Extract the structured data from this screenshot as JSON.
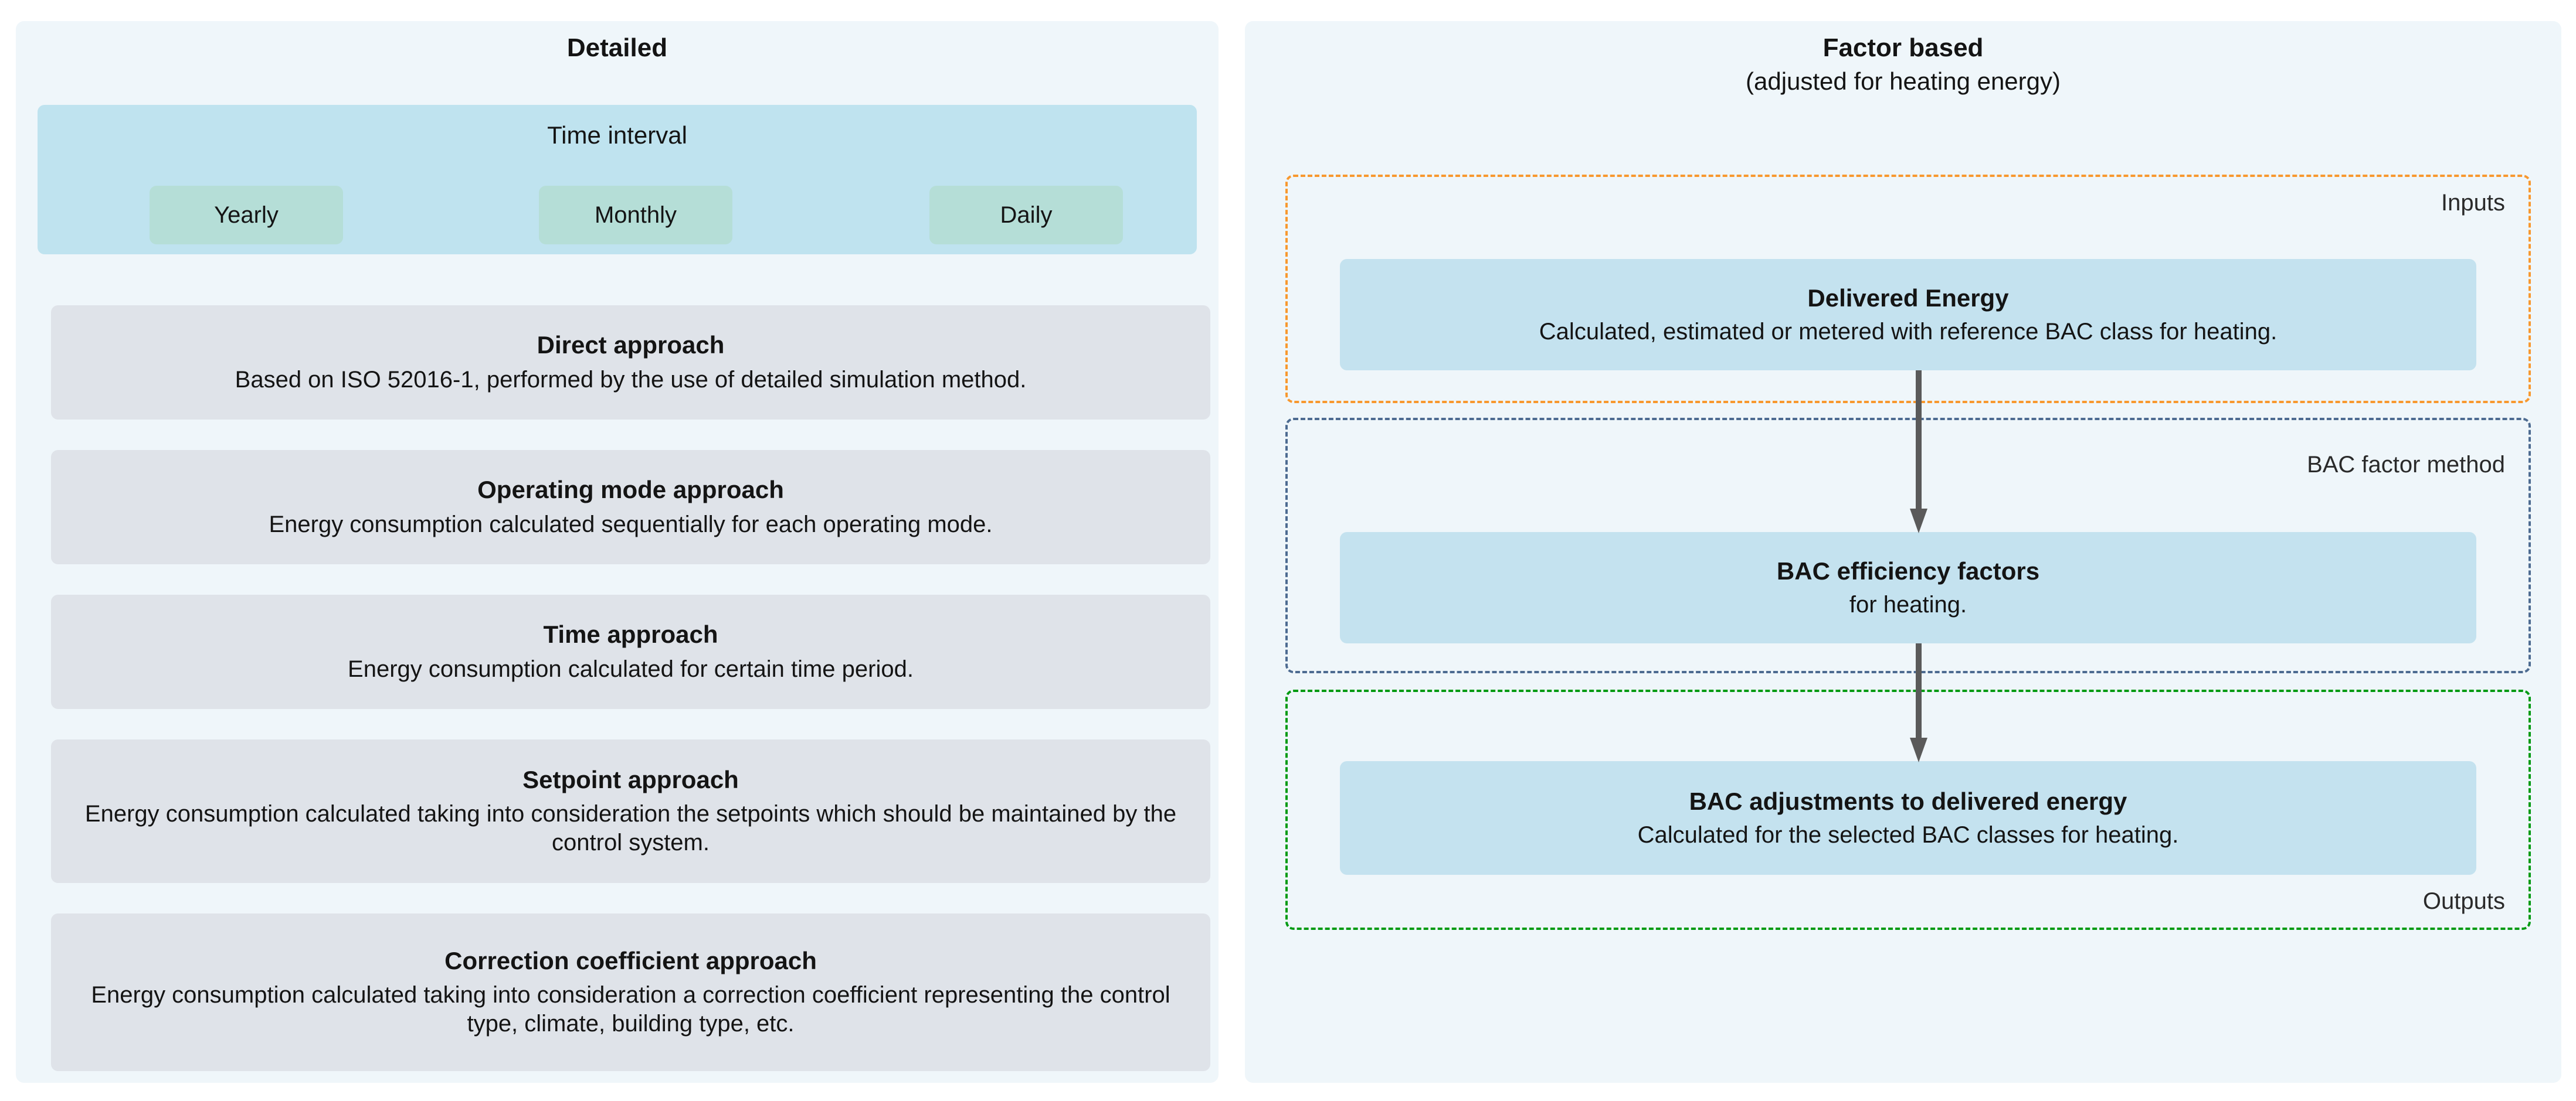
{
  "left_panel": {
    "title": "Detailed",
    "time_interval": {
      "label": "Time interval",
      "options": [
        "Yearly",
        "Monthly",
        "Daily"
      ]
    },
    "approaches": [
      {
        "title": "Direct approach",
        "description": "Based on ISO 52016-1, performed by the use of detailed simulation method."
      },
      {
        "title": "Operating mode approach",
        "description": "Energy consumption calculated sequentially for each operating mode."
      },
      {
        "title": "Time approach",
        "description": "Energy consumption calculated for certain time period."
      },
      {
        "title": "Setpoint approach",
        "description": "Energy consumption calculated taking into consideration the setpoints which should be maintained by the control system."
      },
      {
        "title": "Correction coefficient approach",
        "description": "Energy consumption calculated taking into consideration a correction coefficient representing the control type, climate, building type, etc."
      }
    ]
  },
  "right_panel": {
    "title": "Factor based",
    "subtitle": "(adjusted for heating energy)",
    "groups": [
      {
        "label": "Inputs",
        "color": "#f8982e"
      },
      {
        "label": "BAC factor method",
        "color": "#4d6b91"
      },
      {
        "label": "Outputs",
        "color": "#009a12"
      }
    ],
    "boxes": [
      {
        "title": "Delivered Energy",
        "description": "Calculated, estimated or metered with reference BAC class for heating."
      },
      {
        "title": "BAC efficiency factors",
        "description": "for heating."
      },
      {
        "title": "BAC adjustments to delivered energy",
        "description": "Calculated for the selected BAC classes for heating."
      }
    ]
  },
  "colors": {
    "panel_background": "#eff6fa",
    "time_interval_band": "#bfe3ef",
    "interval_chip": "#b5ded7",
    "approach_box": "#dfe3e9",
    "content_box": "#c4e2ef",
    "arrow": "#5a5a5a",
    "inputs_border": "#f8982e",
    "method_border": "#4d6b91",
    "outputs_border": "#009a12"
  }
}
